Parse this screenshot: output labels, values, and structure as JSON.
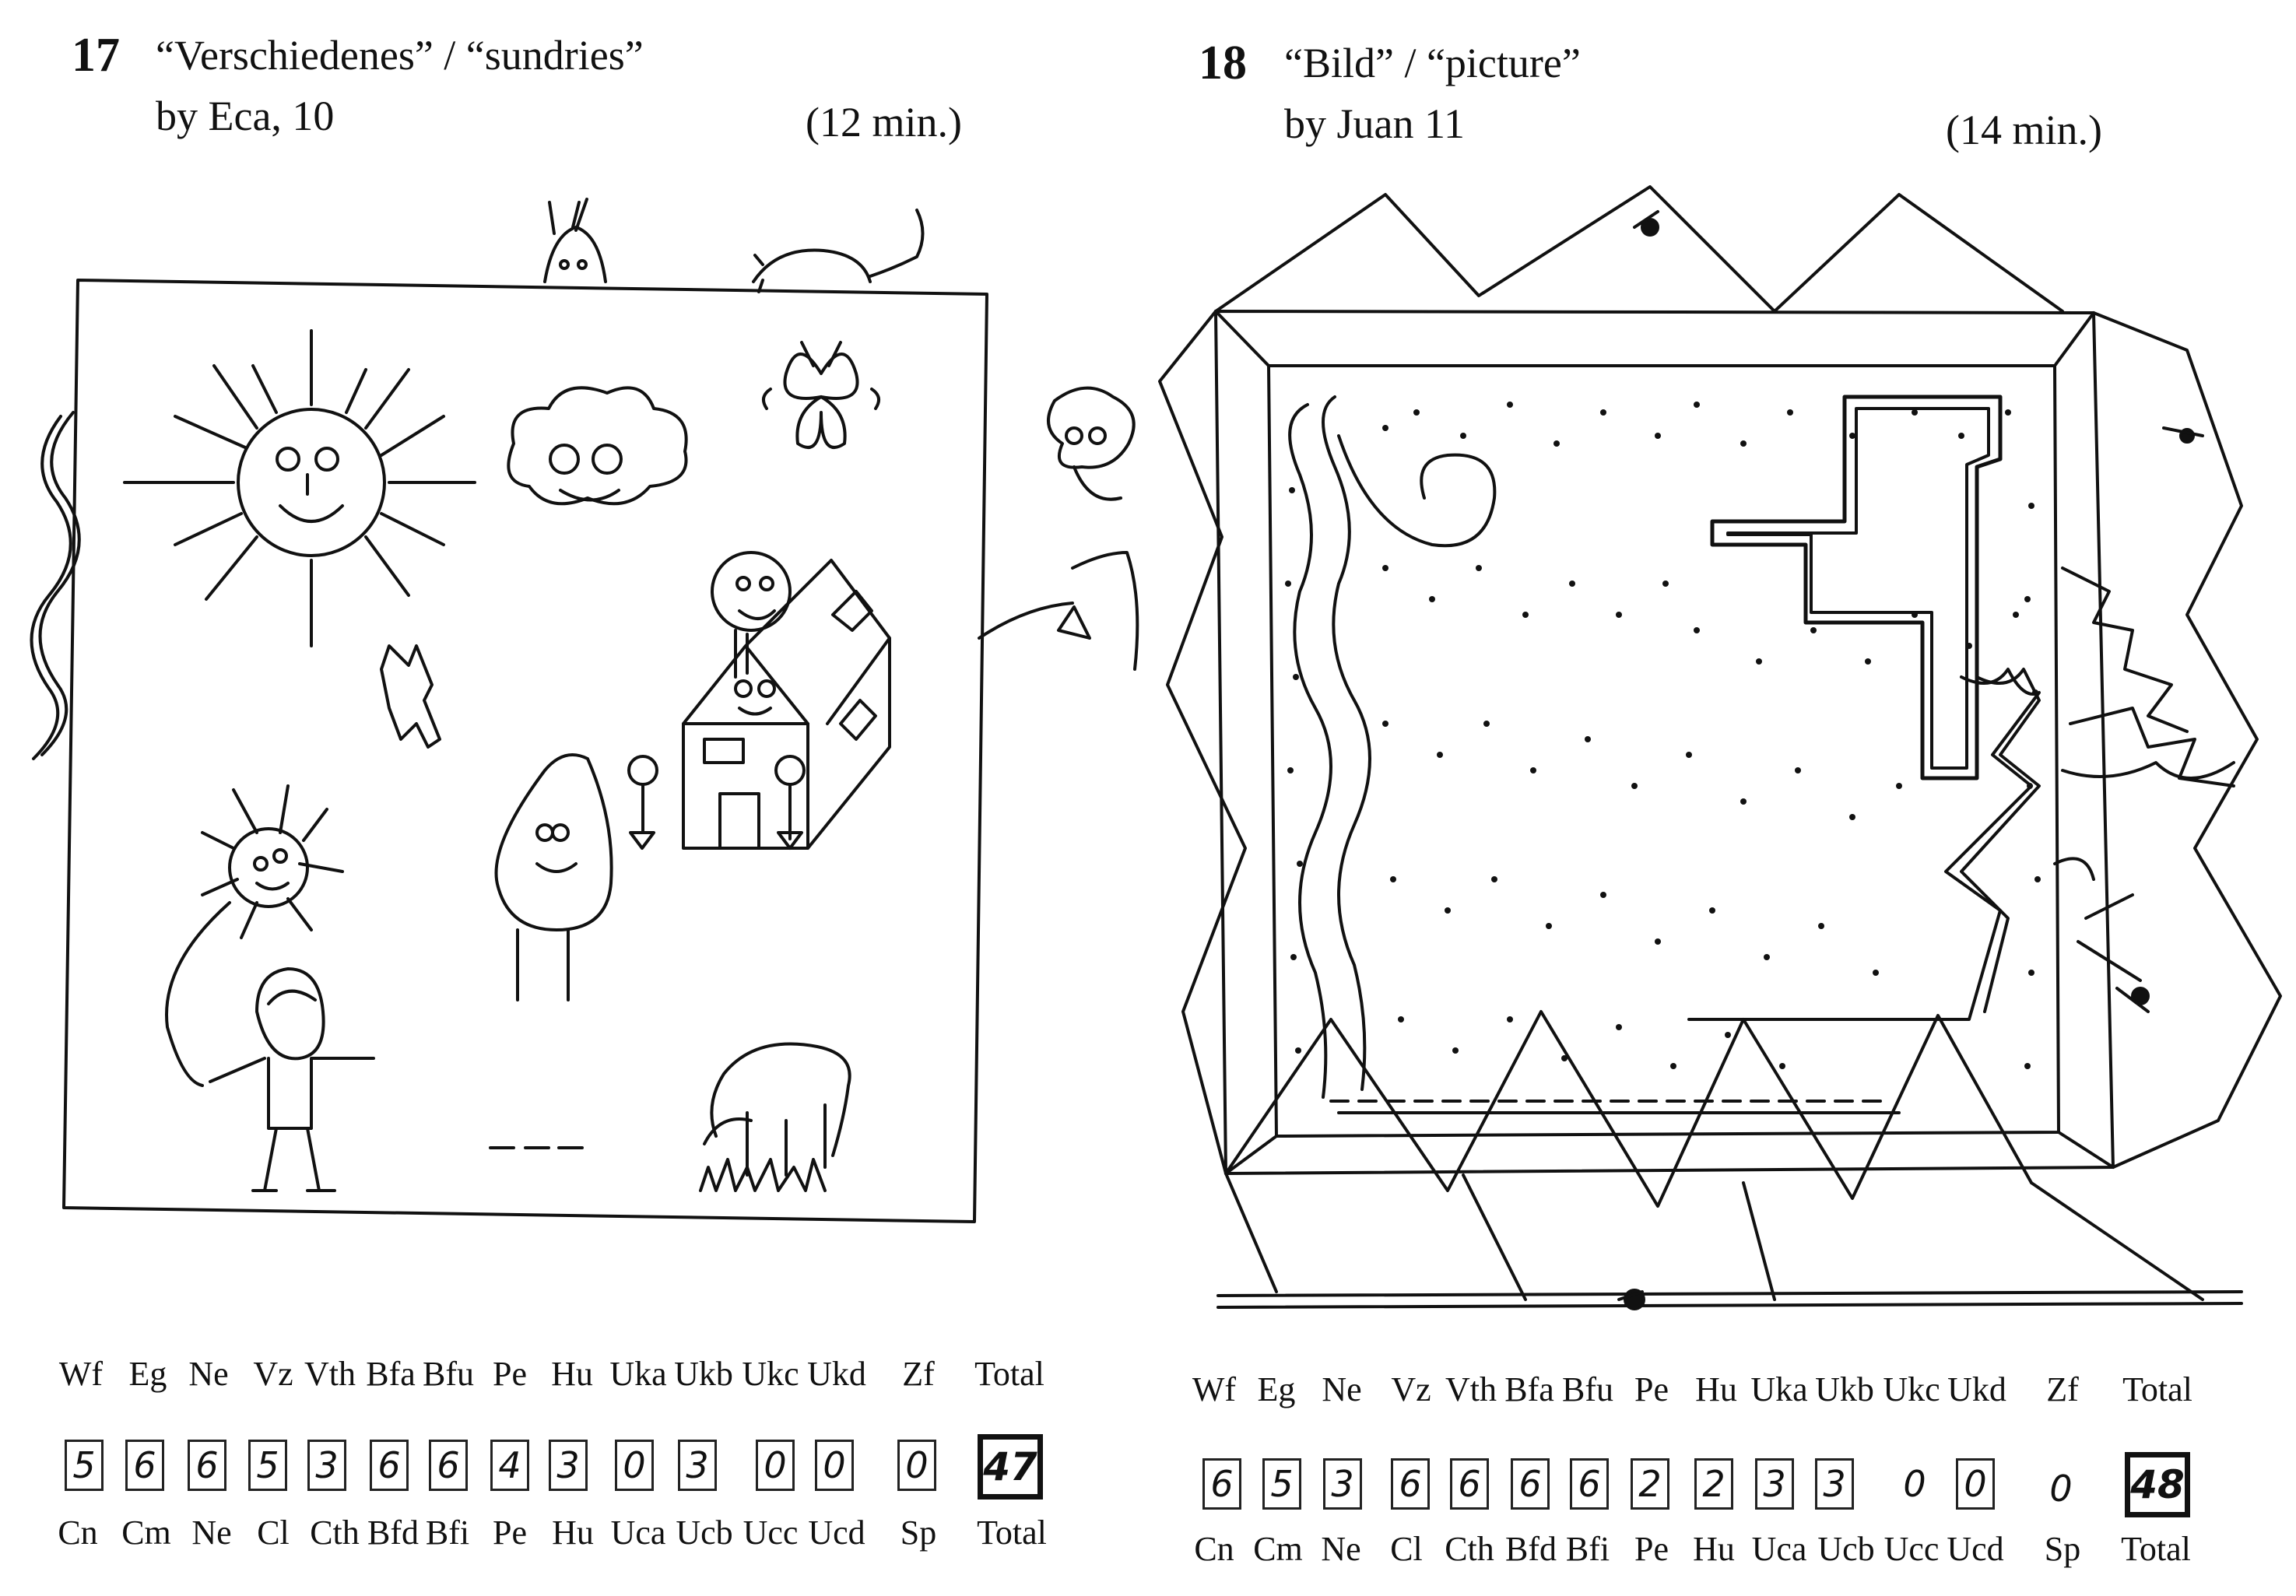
{
  "panels": [
    {
      "number": "17",
      "title": "“Verschiedenes” /  “sundries”",
      "byline": "by Eca, 10",
      "duration": "(12 min.)",
      "top_labels": [
        "Wf",
        "Eg",
        "Ne",
        "Vz",
        "Vth",
        "Bfa",
        "Bfu",
        "Pe",
        "Hu",
        "Uka",
        "Ukb",
        "Ukc",
        "Ukd",
        "Zf",
        "Total"
      ],
      "scores": [
        "5",
        "6",
        "6",
        "5",
        "3",
        "6",
        "6",
        "4",
        "3",
        "0",
        "3",
        "0",
        "0",
        "0",
        "47"
      ],
      "bottom_labels": [
        "Cn",
        "Cm",
        "Ne",
        "Cl",
        "Cth",
        "Bfd",
        "Bfi",
        "Pe",
        "Hu",
        "Uca",
        "Ucb",
        "Ucc",
        "Ucd",
        "Sp",
        "Total"
      ]
    },
    {
      "number": "18",
      "title": "“Bild” / “picture”",
      "byline": "by Juan 11",
      "duration": "(14 min.)",
      "top_labels": [
        "Wf",
        "Eg",
        "Ne",
        "Vz",
        "Vth",
        "Bfa",
        "Bfu",
        "Pe",
        "Hu",
        "Uka",
        "Ukb",
        "Ukc",
        "Ukd",
        "Zf",
        "Total"
      ],
      "scores": [
        "6",
        "5",
        "3",
        "6",
        "6",
        "6",
        "6",
        "2",
        "2",
        "3",
        "3",
        "0",
        "0",
        "0",
        "48"
      ],
      "bottom_labels": [
        "Cn",
        "Cm",
        "Ne",
        "Cl",
        "Cth",
        "Bfd",
        "Bfi",
        "Pe",
        "Hu",
        "Uca",
        "Ucb",
        "Ucc",
        "Ucd",
        "Sp",
        "Total"
      ]
    }
  ]
}
